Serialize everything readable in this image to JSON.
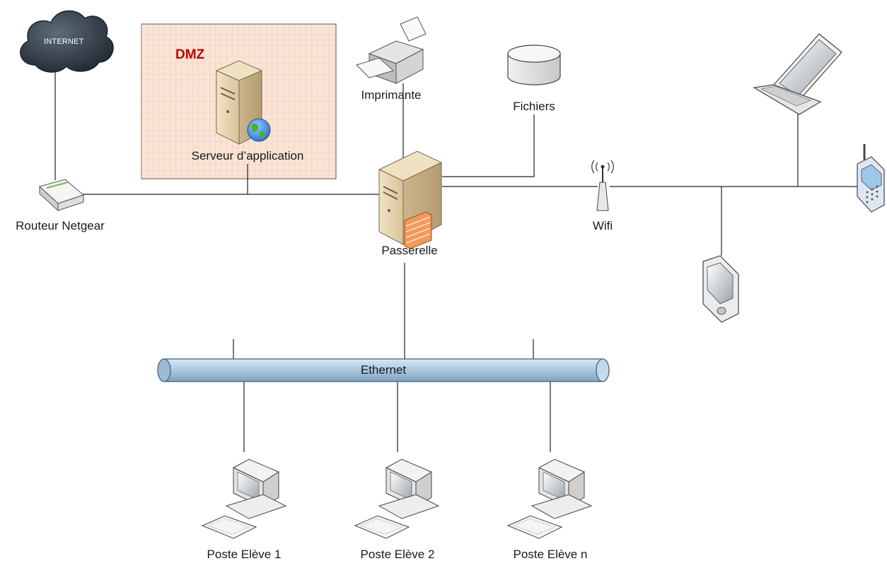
{
  "zones": {
    "dmz": "DMZ"
  },
  "nodes": {
    "internet": "INTERNET",
    "router": "Routeur Netgear",
    "app_server": "Serveur d’application",
    "printer": "Imprimante",
    "files": "Fichiers",
    "gateway": "Passerelle",
    "wifi": "Wifi",
    "bus": "Ethernet",
    "workstations": [
      "Poste Elève 1",
      "Poste Elève 2",
      "Poste Elève n"
    ]
  },
  "icons": [
    "cloud-icon",
    "router-icon",
    "server-icon",
    "globe-icon",
    "printer-icon",
    "database-icon",
    "firewall-icon",
    "antenna-icon",
    "laptop-icon",
    "cellphone-icon",
    "pda-icon",
    "desktop-computer-icon"
  ],
  "colors": {
    "dmz_fill": "#f9e4d6",
    "dmz_border": "#555555",
    "dmz_title": "#c00000",
    "bus_fill": "#b4cfe4",
    "line": "#222222"
  }
}
